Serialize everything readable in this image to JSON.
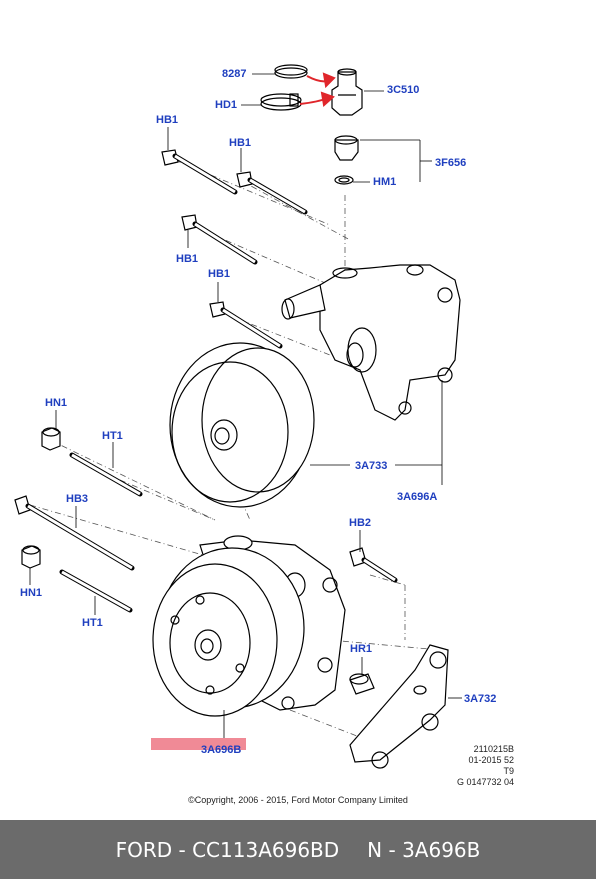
{
  "labels": {
    "l8287": "8287",
    "hd1": "HD1",
    "c3c510": "3C510",
    "hb1_a": "HB1",
    "hb1_b": "HB1",
    "hb1_c": "HB1",
    "hb1_d": "HB1",
    "f656": "3F656",
    "hm1": "HM1",
    "hn1_a": "HN1",
    "ht1_a": "HT1",
    "a733": "3A733",
    "hb3": "HB3",
    "a696a": "3A696A",
    "hb2": "HB2",
    "hn1_b": "HN1",
    "ht1_b": "HT1",
    "hr1": "HR1",
    "a732": "3A732",
    "a696b": "3A696B"
  },
  "info": {
    "line1": "2110215B",
    "line2": "01-2015 52",
    "line3": "T9",
    "line4": "G 0147732 04"
  },
  "copyright": "©Copyright, 2006 - 2015, Ford Motor Company Limited",
  "footer": {
    "left": "FORD - CC113A696BD",
    "right": "N - 3A696B"
  },
  "colors": {
    "label": "#1f3fbf",
    "highlight": "#f08a96",
    "arrow": "#e0262b",
    "footer_bg": "#6b6b6b"
  }
}
